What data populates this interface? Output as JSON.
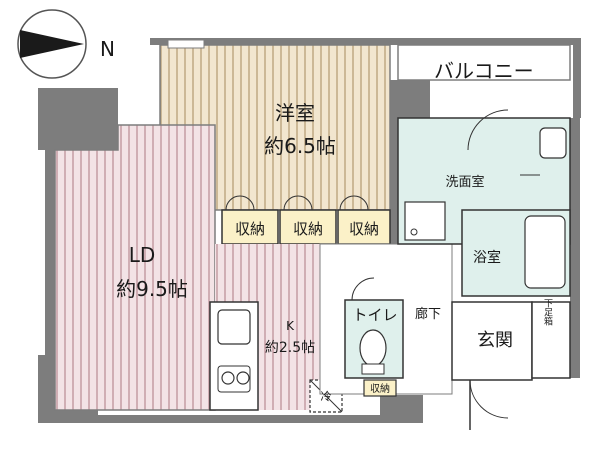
{
  "compass": {
    "label": "N"
  },
  "rooms": {
    "western": {
      "name": "洋室",
      "size": "約6.5帖"
    },
    "ld": {
      "name": "LD",
      "size": "約9.5帖"
    },
    "kitchen": {
      "name": "K",
      "size": "約2.5帖"
    },
    "balcony": {
      "name": "バルコニー"
    },
    "washroom": {
      "name": "洗面室"
    },
    "bath": {
      "name": "浴室"
    },
    "toilet": {
      "name": "トイレ"
    },
    "corridor": {
      "name": "廊下"
    },
    "entrance": {
      "name": "玄関"
    }
  },
  "storage": {
    "closet1": "収納",
    "closet2": "収納",
    "closet3": "収納",
    "small": "収納"
  },
  "shoe_box": {
    "label": "下足箱"
  },
  "fridge_mark": {
    "label": "冷"
  },
  "colors": {
    "wall": "#7d7d7d",
    "wood_western": "#f2e6cf",
    "wood_ld": "#f3e3e6",
    "tile": "#dff0ec",
    "closet_label_bg": "#fbf1c8",
    "plain": "#ffffff"
  }
}
